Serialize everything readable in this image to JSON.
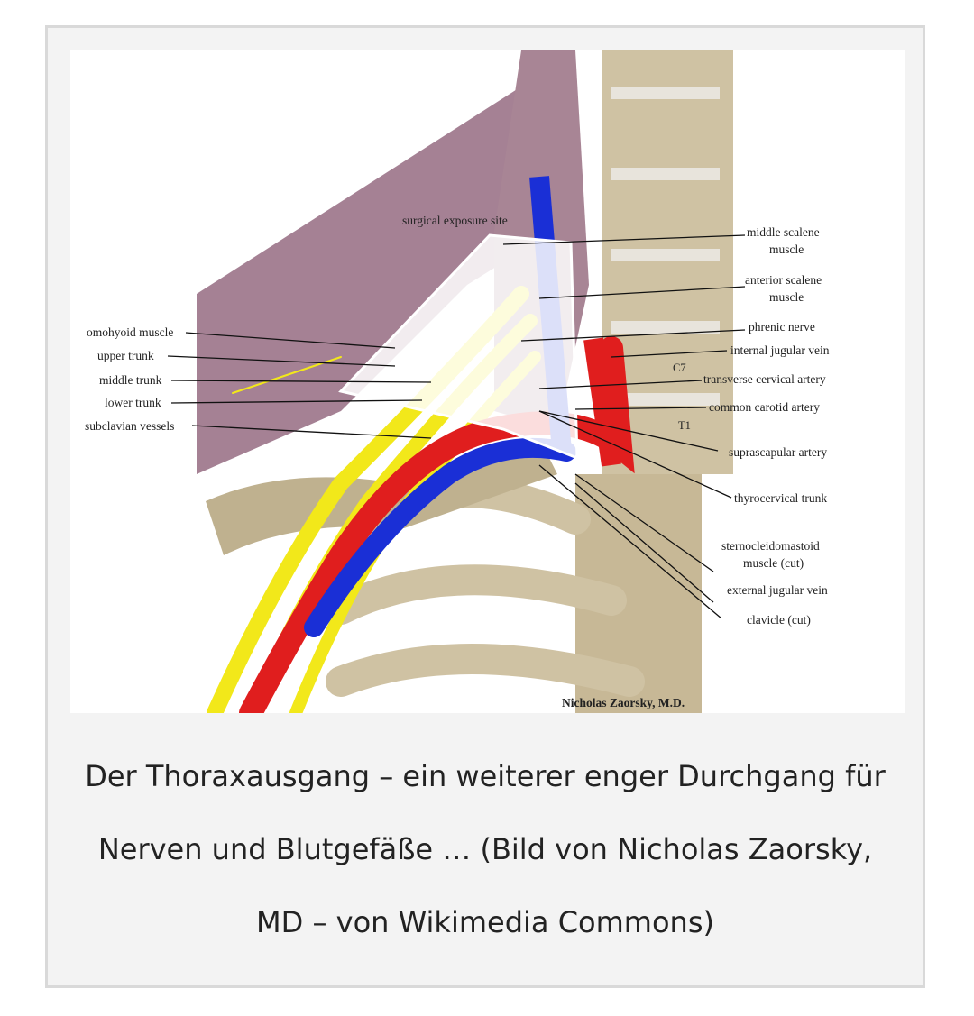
{
  "figure": {
    "caption": "Der Thoraxausgang – ein weiterer enger Durchgang für Nerven und Blutgefäße … (Bild von Nicholas Zaorsky, MD – von Wikimedia Commons)",
    "illustration": {
      "credit": "Nicholas Zaorsky, M.D.",
      "vertebra_labels": [
        "C7",
        "T1"
      ],
      "labels_left": [
        "omohyoid muscle",
        "upper trunk",
        "middle trunk",
        "lower trunk",
        "subclavian vessels"
      ],
      "label_top": "surgical exposure site",
      "labels_right": [
        "middle scalene muscle",
        "anterior scalene muscle",
        "phrenic nerve",
        "internal jugular vein",
        "transverse cervical artery",
        "common carotid artery",
        "suprascapular artery",
        "thyrocervical trunk",
        "sternocleidomastoid muscle (cut)",
        "external jugular vein",
        "clavicle (cut)"
      ],
      "colors": {
        "nerve": "#f2e81a",
        "artery": "#e01e1e",
        "vein": "#1a2fd6",
        "muscle": "#9b7388",
        "bone": "#cfc2a3"
      }
    }
  }
}
